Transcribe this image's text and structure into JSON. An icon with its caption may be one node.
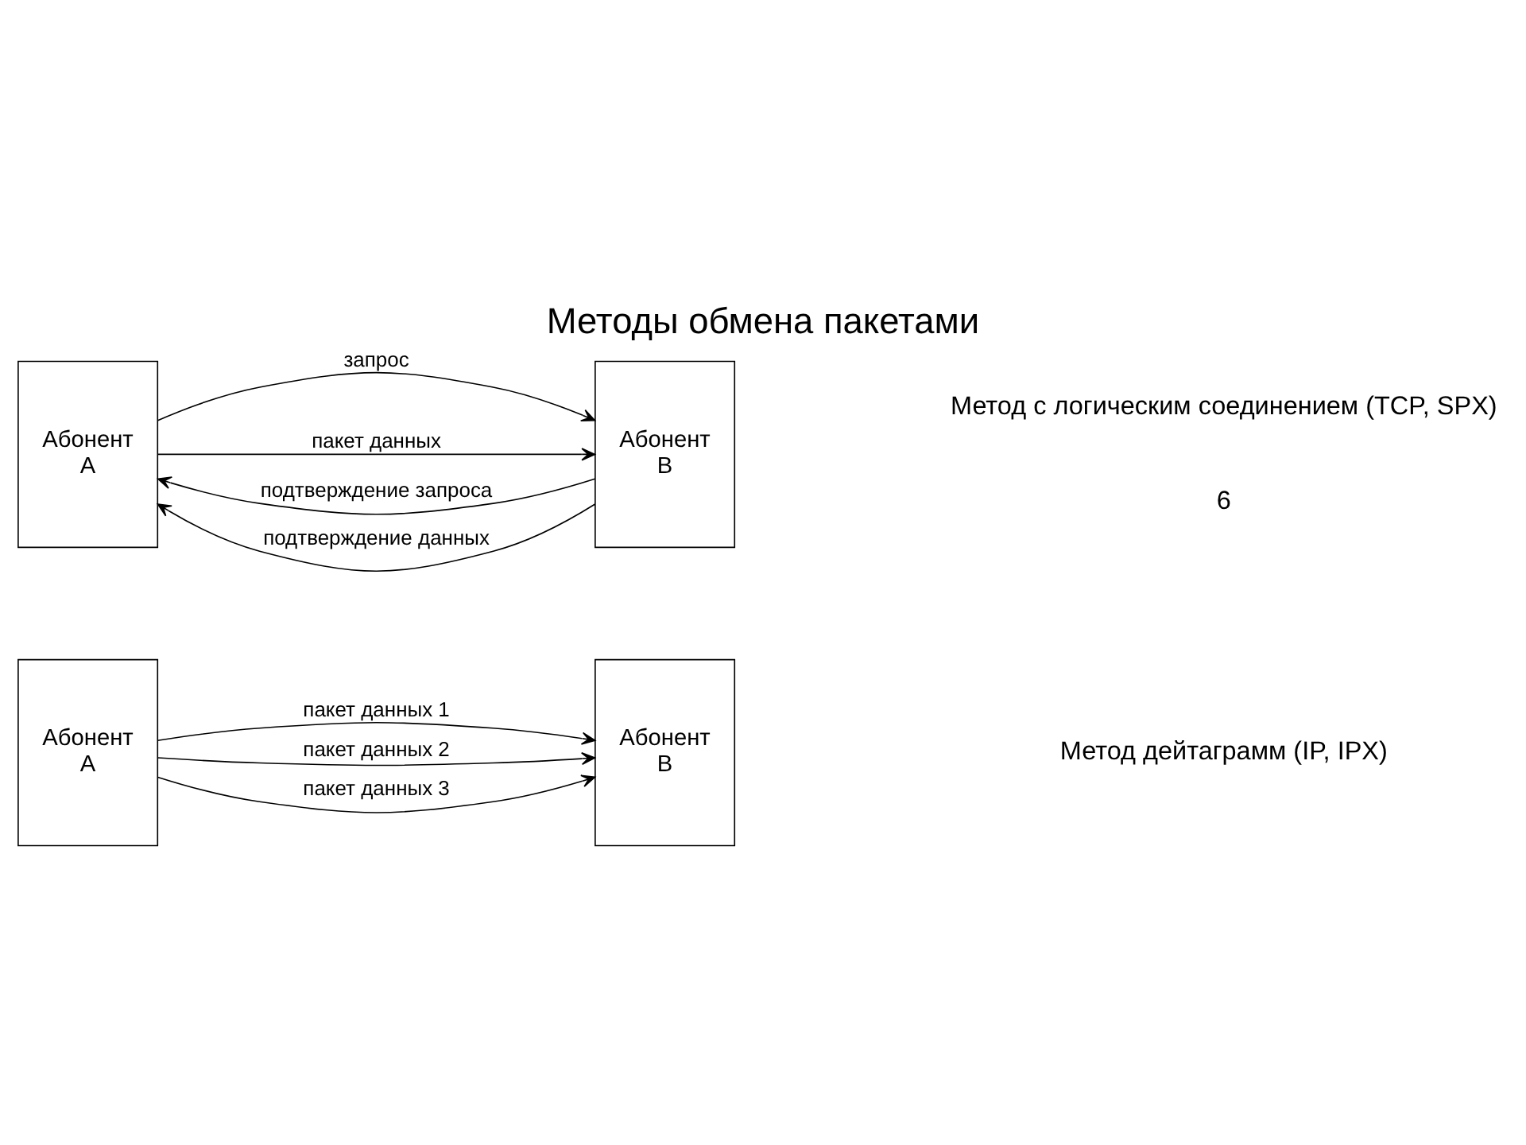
{
  "diagram": {
    "title": "Методы обмена пакетами",
    "nodes": [
      {
        "text": [
          "Абонент",
          "А"
        ]
      },
      {
        "text": [
          "Абонент",
          "В"
        ]
      },
      {
        "text": [
          "Абонент",
          "А"
        ]
      },
      {
        "text": [
          "Абонент",
          "В"
        ]
      }
    ],
    "edges": [
      {
        "from": 0,
        "to": 1,
        "arrow": "to",
        "label": "пакет данных 1"
      },
      {
        "from": 0,
        "to": 1,
        "arrow": "to",
        "label": "пакет данных 2"
      },
      {
        "from": 0,
        "to": 1,
        "arrow": "to",
        "label": "пакет данных 3"
      },
      {
        "from": 2,
        "to": 3,
        "arrow": "to",
        "label": "запрос"
      },
      {
        "from": 3,
        "to": 2,
        "arrow": "to",
        "label": "подтверждение запроса"
      },
      {
        "from": 2,
        "to": 3,
        "arrow": "to",
        "label": "пакет данных"
      },
      {
        "from": 3,
        "to": 2,
        "arrow": "to",
        "label": "подтверждение данных"
      }
    ],
    "labels": [
      "Метод дейтаграмм (IP, IPX)",
      "Метод с логическим соединением (TCP, SPX)",
      "6"
    ]
  }
}
